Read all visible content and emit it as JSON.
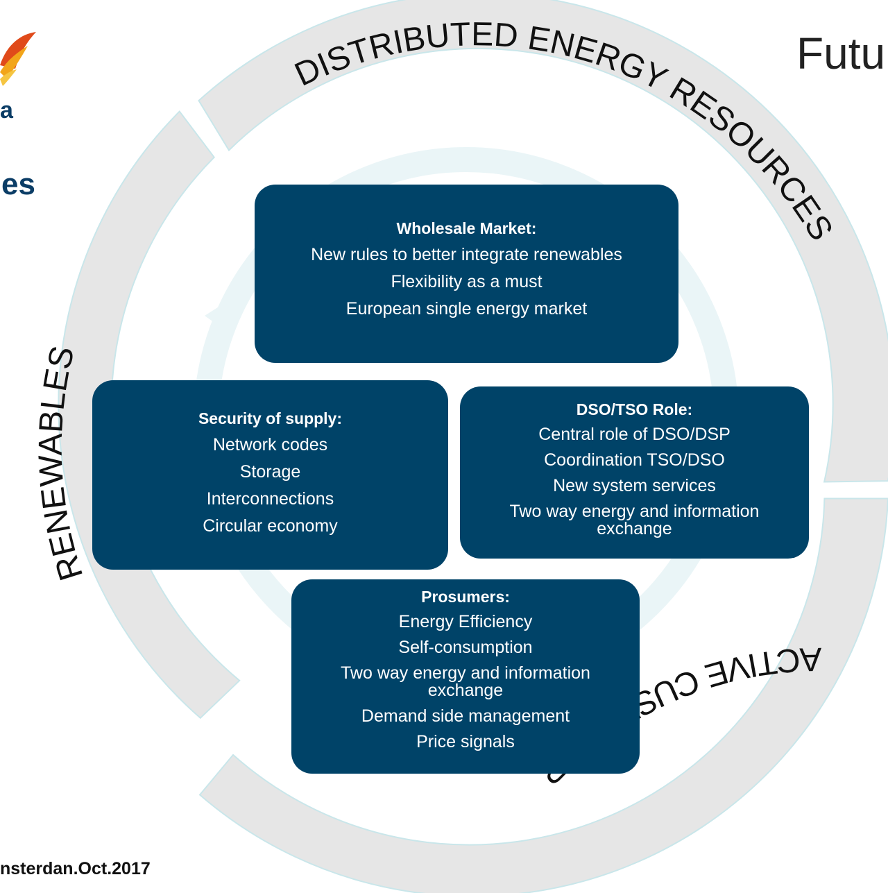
{
  "ring_labels": {
    "top_right": "DISTRIBUTED ENERGY RESOURCES",
    "left": "RENEWABLES",
    "bottom_right": "ACTIVE CUSTOMER"
  },
  "cards": {
    "wholesale": {
      "title": "Wholesale Market:",
      "items": [
        "New rules to better integrate renewables",
        "Flexibility as a must",
        "European single energy market"
      ]
    },
    "security": {
      "title": "Security of supply:",
      "items": [
        "Network codes",
        "Storage",
        "Interconnections",
        "Circular economy"
      ]
    },
    "dso": {
      "title": "DSO/TSO Role:",
      "items": [
        "Central role of DSO/DSP",
        "Coordination TSO/DSO",
        "New system services",
        "Two way energy and information exchange"
      ]
    },
    "prosumers": {
      "title": "Prosumers:",
      "items": [
        "Energy Efficiency",
        "Self-consumption",
        "Two way energy and information exchange",
        "Demand side management",
        "Price signals"
      ]
    },
    "card_color": "#004368"
  },
  "corner": {
    "title_fragment": "Futu",
    "subtitle_fragment": "es",
    "logo_text_fragment": "a",
    "footer_fragment": "nsterdan.Oct.2017"
  },
  "colors": {
    "ring": "#e6e6e6",
    "ring_outline": "#c9e6ea",
    "inner_arrow": "#eaf5f7"
  }
}
